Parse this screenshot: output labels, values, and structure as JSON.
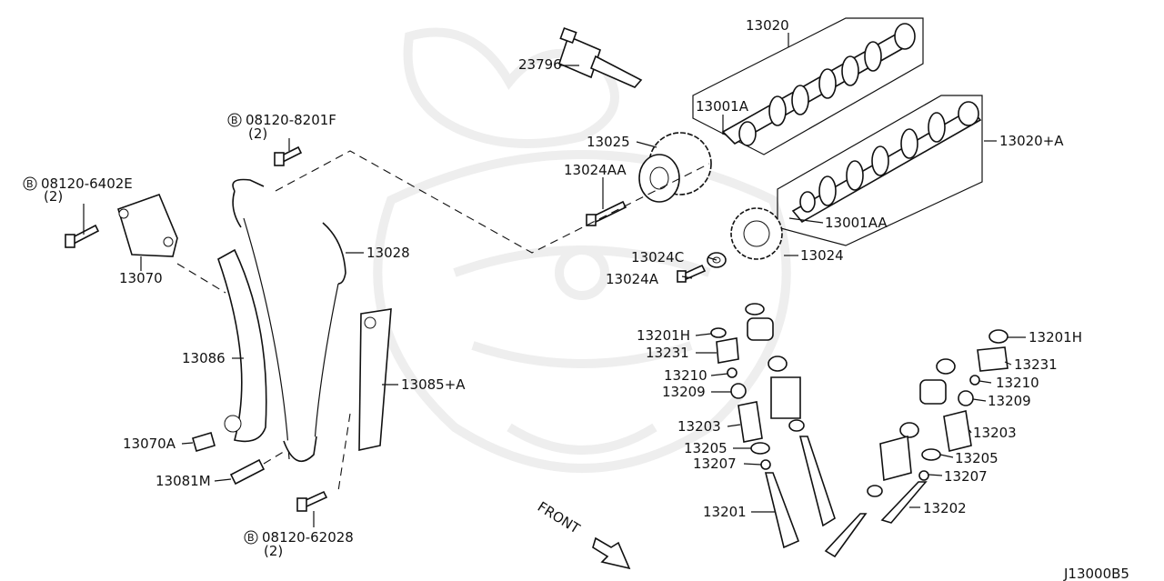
{
  "diagram": {
    "code": "J13000B5",
    "front_label": "FRONT",
    "parts": {
      "p23796": "23796",
      "p13020": "13020",
      "p13001A": "13001A",
      "p13020A": "13020+A",
      "p13025": "13025",
      "p13024AA": "13024AA",
      "p13001AA": "13001AA",
      "p13024C": "13024C",
      "p13024": "13024",
      "p13024A": "13024A",
      "p13028": "13028",
      "p13070": "13070",
      "p13086": "13086",
      "p13070A": "13070A",
      "p13081M": "13081M",
      "p13085A": "13085+A",
      "p13201H_l": "13201H",
      "p13231_l": "13231",
      "p13210_l": "13210",
      "p13209_l": "13209",
      "p13203_l": "13203",
      "p13205_l": "13205",
      "p13207_l": "13207",
      "p13201": "13201",
      "p13201H_r": "13201H",
      "p13231_r": "13231",
      "p13210_r": "13210",
      "p13209_r": "13209",
      "p13203_r": "13203",
      "p13205_r": "13205",
      "p13207_r": "13207",
      "p13202": "13202"
    },
    "bolts": {
      "b1_code": "08120-8201F",
      "b1_qty": "(2)",
      "b2_code": "08120-6402E",
      "b2_qty": "(2)",
      "b3_code": "08120-62028",
      "b3_qty": "(2)",
      "marker": "B"
    }
  }
}
